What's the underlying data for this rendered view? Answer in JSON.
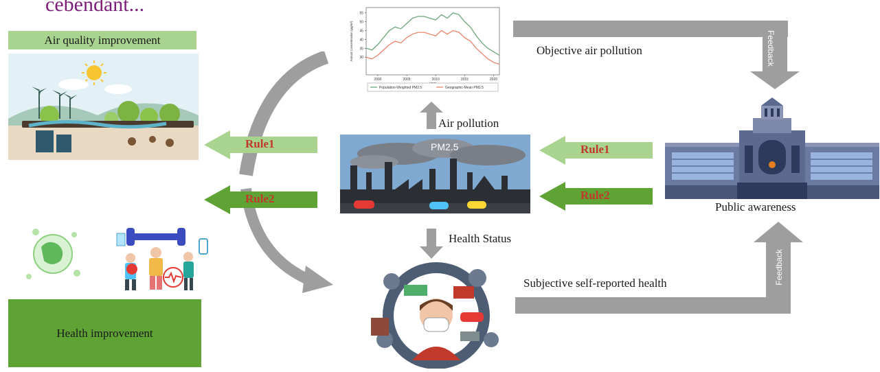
{
  "top_left_text": "cebendant...",
  "air_quality_banner": "Air quality improvement",
  "health_box": "Health improvement",
  "labels": {
    "objective": "Objective air pollution",
    "air_pollution": "Air pollution",
    "health_status": "Health Status",
    "subjective": "Subjective self-reported health",
    "public_awareness": "Public awareness",
    "feedback_top": "Feedback",
    "feedback_bottom": "Feedback"
  },
  "rules": {
    "left_rule1": "Rule1",
    "left_rule2": "Rule2",
    "right_rule1": "Rule1",
    "right_rule2": "Rule2"
  },
  "pm_label": "PM2.5",
  "colors": {
    "light_green": "#a8d48f",
    "dark_green": "#5fa335",
    "grey_arrow": "#9e9e9e",
    "rule_text": "#c0392b",
    "purple_text": "#7b1e7a"
  },
  "chart_data": {
    "type": "line",
    "xlabel": "year",
    "ylabel": "Annual Concentration (µg/m³)",
    "x": [
      1998,
      1999,
      2000,
      2001,
      2002,
      2003,
      2004,
      2005,
      2006,
      2007,
      2008,
      2009,
      2010,
      2011,
      2012,
      2013,
      2014,
      2015,
      2016,
      2017,
      2018,
      2019,
      2020,
      2021
    ],
    "x_ticks": [
      "2000",
      "2005",
      "2010",
      "2015",
      "2020"
    ],
    "y_ticks": [
      "30",
      "35",
      "40",
      "45",
      "50",
      "55"
    ],
    "ylim": [
      20,
      58
    ],
    "series": [
      {
        "name": "Population-Weighted PM2.5",
        "color": "#6aa67a",
        "values": [
          35,
          34,
          37,
          41,
          45,
          47,
          46,
          49,
          52,
          53,
          53,
          52,
          51,
          54,
          52,
          55,
          54,
          50,
          47,
          42,
          38,
          35,
          33,
          31
        ]
      },
      {
        "name": "Geographic-Mean PM2.5",
        "color": "#e8836a",
        "values": [
          30,
          29,
          31,
          34,
          37,
          39,
          38,
          41,
          43,
          44,
          44,
          43,
          42,
          45,
          43,
          45,
          44,
          41,
          39,
          35,
          32,
          29,
          27,
          26
        ]
      }
    ]
  }
}
